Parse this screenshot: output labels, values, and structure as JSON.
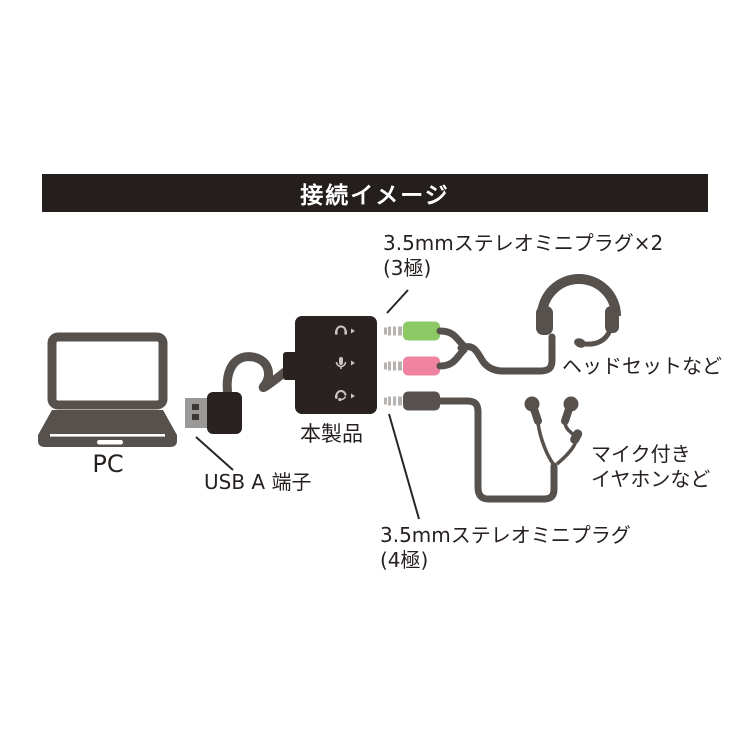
{
  "header": {
    "title": "接続イメージ",
    "bg_color": "#241e1c",
    "text_color": "#ffffff"
  },
  "diagram": {
    "pc_label": "PC",
    "usb_label": "USB A 端子",
    "product_label": "本製品",
    "top_plug_label_line1": "3.5mmステレオミニプラグ×2",
    "top_plug_label_line2": "(3極)",
    "headset_label": "ヘッドセットなど",
    "earphone_label_line1": "マイク付き",
    "earphone_label_line2": "イヤホンなど",
    "bottom_plug_label_line1": "3.5mmステレオミニプラグ",
    "bottom_plug_label_line2": "(4極)",
    "device_port_icons": [
      "headphone-out-icon",
      "mic-in-icon",
      "headset-io-icon"
    ],
    "colors": {
      "line_art_gray": "#57514e",
      "device_black": "#292221",
      "plug_green": "#8cc863",
      "plug_pink": "#f083a2",
      "plug_black": "#575150",
      "plug_tip_gray": "#b7b3b0",
      "usb_metal_gray": "#9b9997",
      "icon_white": "#c9c5c3",
      "label_text": "#251f1d"
    }
  }
}
